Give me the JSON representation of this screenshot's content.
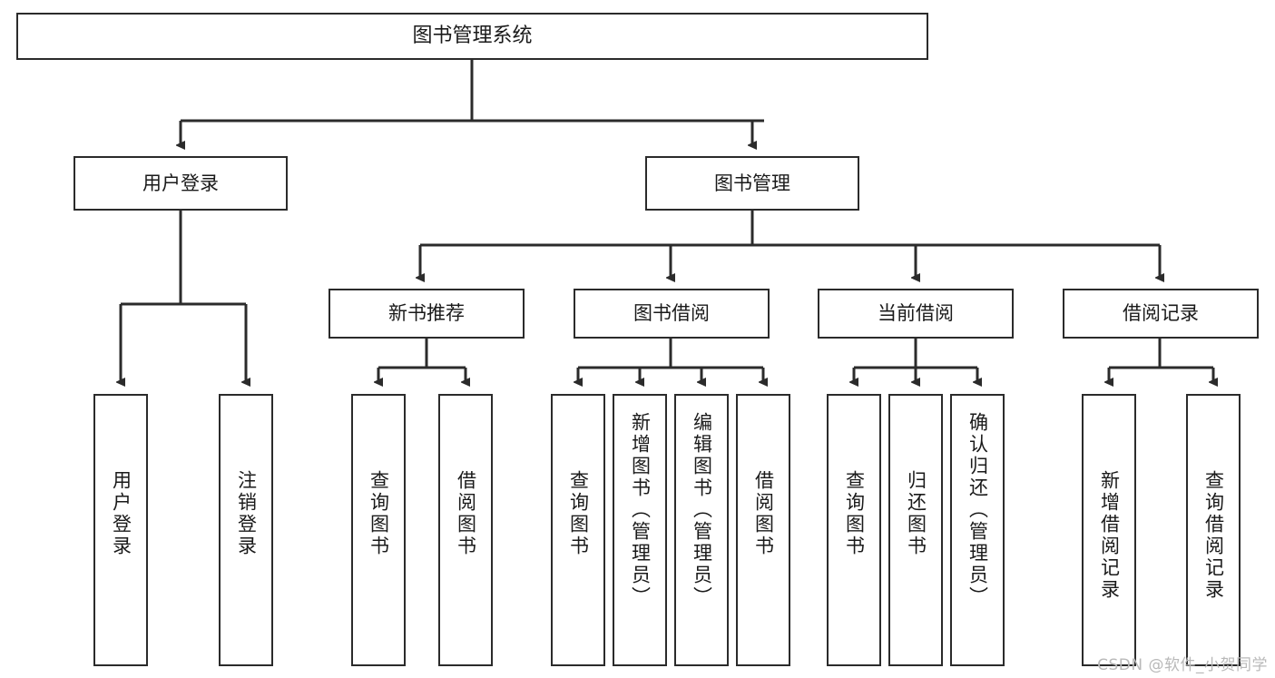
{
  "diagram": {
    "title": "图书管理系统",
    "type": "tree-hierarchy",
    "watermark": "CSDN @软件_小贺同学",
    "colors": {
      "stroke": "#2b2b2b",
      "fill": "#ffffff",
      "text": "#1a1a1a",
      "watermark": "#b9b9b9"
    },
    "nodes": {
      "root": {
        "label": "图书管理系统"
      },
      "level1": [
        {
          "label": "用户登录"
        },
        {
          "label": "图书管理"
        }
      ],
      "level2": [
        {
          "label": "新书推荐"
        },
        {
          "label": "图书借阅"
        },
        {
          "label": "当前借阅"
        },
        {
          "label": "借阅记录"
        }
      ],
      "leaves": {
        "user_login": [
          {
            "label": "用户登录"
          },
          {
            "label": "注销登录"
          }
        ],
        "new_book": [
          {
            "label": "查询图书"
          },
          {
            "label": "借阅图书"
          }
        ],
        "book_borrow": [
          {
            "label": "查询图书"
          },
          {
            "label": "新增图书（管理员）"
          },
          {
            "label": "编辑图书（管理员）"
          },
          {
            "label": "借阅图书"
          }
        ],
        "current_borrow": [
          {
            "label": "查询图书"
          },
          {
            "label": "归还图书"
          },
          {
            "label": "确认归还（管理员）"
          }
        ],
        "borrow_record": [
          {
            "label": "新增借阅记录"
          },
          {
            "label": "查询借阅记录"
          }
        ]
      }
    }
  }
}
